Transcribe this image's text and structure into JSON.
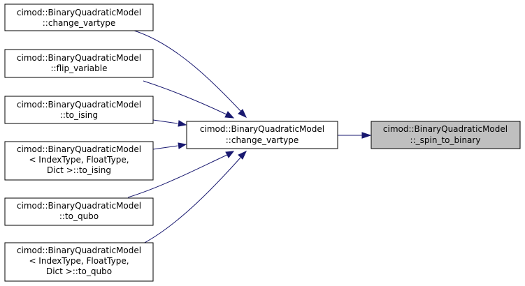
{
  "colors": {
    "edge": "#191970",
    "node_border": "#000000",
    "node_fill": "#ffffff",
    "highlight_fill": "#bfbfbf"
  },
  "nodes": {
    "n1": {
      "lines": [
        "cimod::BinaryQuadraticModel",
        "::change_vartype"
      ]
    },
    "n2": {
      "lines": [
        "cimod::BinaryQuadraticModel",
        "::flip_variable"
      ]
    },
    "n3": {
      "lines": [
        "cimod::BinaryQuadraticModel",
        "::to_ising"
      ]
    },
    "n4": {
      "lines": [
        "cimod::BinaryQuadraticModel",
        "< IndexType, FloatType,",
        "Dict >::to_ising"
      ]
    },
    "n5": {
      "lines": [
        "cimod::BinaryQuadraticModel",
        "::to_qubo"
      ]
    },
    "n6": {
      "lines": [
        "cimod::BinaryQuadraticModel",
        "< IndexType, FloatType,",
        "Dict >::to_qubo"
      ]
    },
    "center": {
      "lines": [
        "cimod::BinaryQuadraticModel",
        "::change_vartype"
      ]
    },
    "target": {
      "lines": [
        "cimod::BinaryQuadraticModel",
        "::_spin_to_binary"
      ]
    }
  },
  "edges": [
    {
      "from": "n1",
      "to": "center"
    },
    {
      "from": "n2",
      "to": "center"
    },
    {
      "from": "n3",
      "to": "center"
    },
    {
      "from": "n4",
      "to": "center"
    },
    {
      "from": "n5",
      "to": "center"
    },
    {
      "from": "n6",
      "to": "center"
    },
    {
      "from": "center",
      "to": "target"
    }
  ]
}
